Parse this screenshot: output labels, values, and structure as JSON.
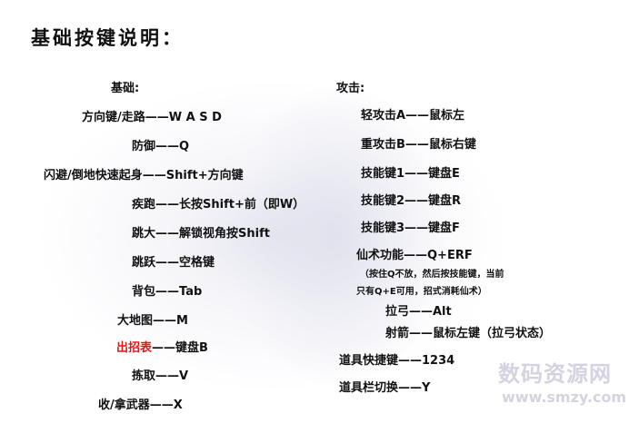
{
  "title": "基础按键说明：",
  "basic": {
    "header": "基础:",
    "items": [
      "方向键/走路——W A S D",
      "防御——Q",
      "闪避/倒地快速起身——Shift+方向键",
      "疾跑——长按Shift+前（即W）",
      "跳大——解锁视角按Shift",
      "跳跃——空格键",
      "背包——Tab",
      "大地图——M"
    ],
    "highlight_label": "出招表",
    "highlight_rest": "——键盘B",
    "tail": [
      "拣取——V",
      "收/拿武器——X"
    ]
  },
  "attack": {
    "header": "攻击:",
    "items": [
      "轻攻击A——鼠标左",
      "重攻击B——鼠标右键",
      "技能键1——键盘E",
      "技能键2——键盘R",
      "技能键3——键盘F",
      "仙术功能——Q+ERF"
    ],
    "note1": "（按住Q不放，然后按技能键，当前",
    "note2": "只有Q+E可用，招式消耗仙术）",
    "more": [
      "拉弓——Alt",
      "射箭——鼠标左键（拉弓状态）",
      "道具快捷键——1234",
      "道具栏切换——Y"
    ]
  },
  "watermark": {
    "text": "数码资源网",
    "url": "www.smzy.com"
  },
  "colors": {
    "highlight": "#e01818"
  }
}
